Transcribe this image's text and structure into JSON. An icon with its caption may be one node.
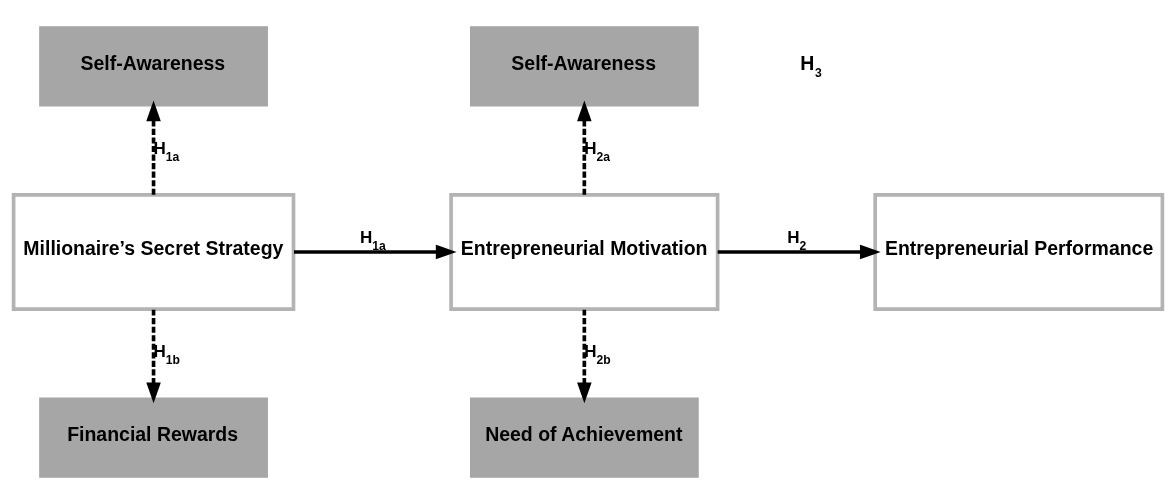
{
  "diagram": {
    "nodes": [
      {
        "text": [
          "Self-Awareness"
        ]
      },
      {
        "text": [
          "Self-Awareness"
        ]
      },
      {
        "text": [
          "Millionaire’s Secret Strategy"
        ]
      },
      {
        "text": [
          "Entrepreneurial Motivation"
        ]
      },
      {
        "text": [
          "Entrepreneurial Performance"
        ]
      },
      {
        "text": [
          "Financial Rewards"
        ]
      },
      {
        "text": [
          "Need of Achievement"
        ]
      }
    ],
    "edges": [
      {
        "from": 2,
        "to": 0,
        "arrow": "to",
        "label": "H$_{1a}$",
        "style": "dashed"
      },
      {
        "from": 2,
        "to": 5,
        "arrow": "to",
        "label": "H$_{1b}$",
        "style": "dashed"
      },
      {
        "from": 2,
        "to": 3,
        "arrow": "to",
        "label": "H$_{1a}$"
      },
      {
        "from": 3,
        "to": 4,
        "arrow": "to",
        "label": "H$_{2}$"
      },
      {
        "from": 3,
        "to": 1,
        "arrow": "to",
        "label": "H$_{2a}$",
        "style": "dashed"
      },
      {
        "from": 3,
        "to": 6,
        "arrow": "to",
        "label": "H$_{2b}$",
        "style": "dashed"
      }
    ],
    "labels": [
      "H$_{3}$"
    ]
  }
}
